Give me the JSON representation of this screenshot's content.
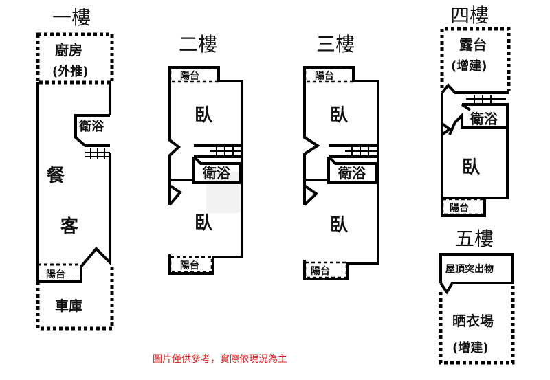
{
  "floors": {
    "f1": {
      "title": "一樓",
      "kitchen": "廚房",
      "kitchen_note": "(外推)",
      "bath": "衛浴",
      "dining": "餐",
      "living": "客",
      "balcony": "陽台",
      "garage": "車庫"
    },
    "f2": {
      "title": "二樓",
      "balcony_top": "陽台",
      "bedroom_top": "臥",
      "bath": "衛浴",
      "bedroom_bottom": "臥",
      "balcony_bottom": "陽台"
    },
    "f3": {
      "title": "三樓",
      "balcony_top": "陽台",
      "bedroom_top": "臥",
      "bath": "衛浴",
      "bedroom_bottom": "臥",
      "balcony_bottom": "陽台"
    },
    "f4": {
      "title": "四樓",
      "terrace": "露台",
      "terrace_note": "(增建)",
      "bath": "衛浴",
      "bedroom": "臥",
      "balcony": "陽台"
    },
    "f5": {
      "title": "五樓",
      "roof_structure": "屋頂突出物",
      "drying_yard": "晒衣場",
      "drying_note": "(增建)"
    }
  },
  "disclaimer": "圖片僅供參考，實際依現況為主",
  "colors": {
    "wall": "#000000",
    "disclaimer": "#d42020",
    "background": "#ffffff"
  }
}
